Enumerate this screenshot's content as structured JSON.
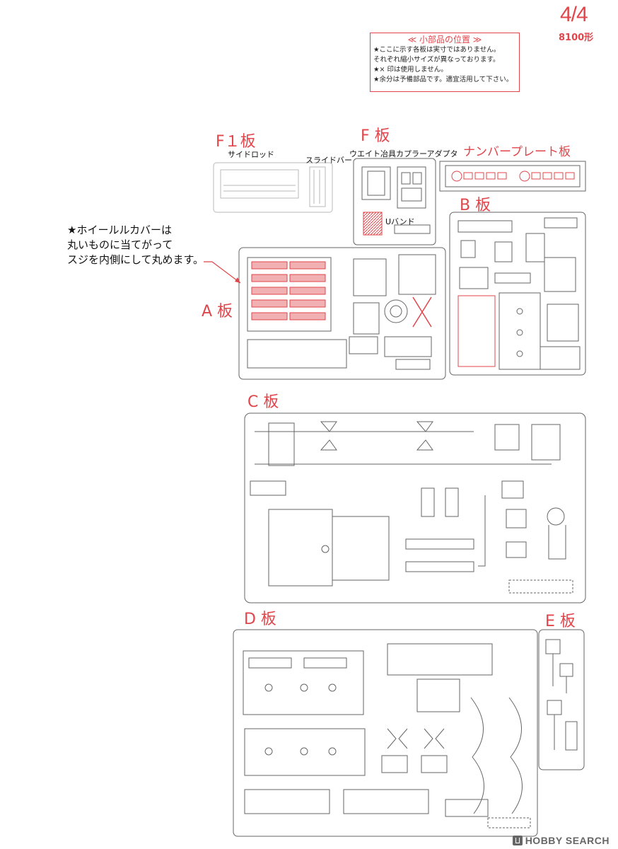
{
  "header": {
    "page": "4/4",
    "model": "8100形"
  },
  "notes": {
    "title": "≪ 小部品の位置 ≫",
    "lines": [
      "★ここに示す各板は実寸ではありません。",
      "それぞれ縮小サイズが異なっております。",
      "★× 印は使用しません。",
      "★余分は予備部品です。適宜活用して下さい。"
    ]
  },
  "plates": {
    "f1": {
      "label": "F１板",
      "parts": [
        "サイドロッド",
        "スライドバー"
      ]
    },
    "f": {
      "label": "F 板",
      "parts": [
        "ウエイト冶具",
        "カプラーアダプタ",
        "Uバンド"
      ]
    },
    "number": {
      "label": "ナンバープレート板"
    },
    "a": {
      "label": "A 板"
    },
    "b": {
      "label": "B 板"
    },
    "c": {
      "label": "C 板"
    },
    "d": {
      "label": "D 板"
    },
    "e": {
      "label": "E 板"
    }
  },
  "wheel_note": [
    "★ホイールルカバーは",
    "丸いものに当てがって",
    "スジを内側にして丸めます。"
  ],
  "colors": {
    "accent": "#e0464b",
    "line": "#555555"
  },
  "watermark": "HOBBY SEARCH"
}
